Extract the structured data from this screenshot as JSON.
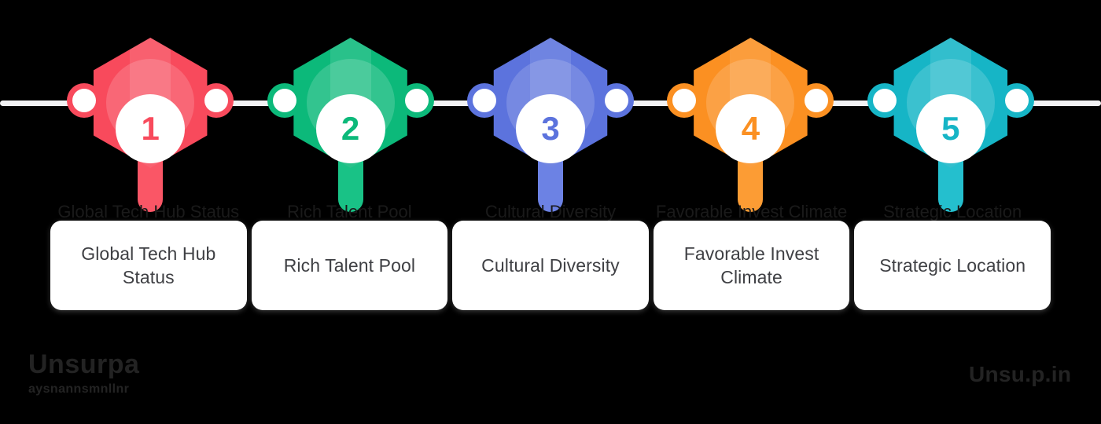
{
  "layout": {
    "background_color": "#000000",
    "rail_color": "#f1f1f3",
    "card_background": "#ffffff",
    "card_text_color": "#3f4044"
  },
  "timeline": {
    "steps": [
      {
        "number": "1",
        "label": "Global Tech Hub Status",
        "color": "#f84a5c",
        "stem_color": "#fa5666",
        "number_color": "#f84a5c",
        "knob_color": "#f84a5c"
      },
      {
        "number": "2",
        "label": "Rich Talent Pool",
        "color": "#0cb97a",
        "stem_color": "#19c286",
        "number_color": "#0cb97a",
        "knob_color": "#0cb97a"
      },
      {
        "number": "3",
        "label": "Cultural Diversity",
        "color": "#5c73dd",
        "stem_color": "#6c82e4",
        "number_color": "#5c73dd",
        "knob_color": "#5c73dd"
      },
      {
        "number": "4",
        "label": "Favorable Invest Climate",
        "color": "#fb9022",
        "stem_color": "#fc9c34",
        "number_color": "#fb9022",
        "knob_color": "#fb9022"
      },
      {
        "number": "5",
        "label": "Strategic Location",
        "color": "#16b5c6",
        "stem_color": "#24bfce",
        "number_color": "#16b5c6",
        "knob_color": "#16b5c6"
      }
    ]
  },
  "watermarks": {
    "left_main": "Unsurpa",
    "left_sub": "aysnannsmnllnr",
    "right": "Unsu.p.in"
  }
}
